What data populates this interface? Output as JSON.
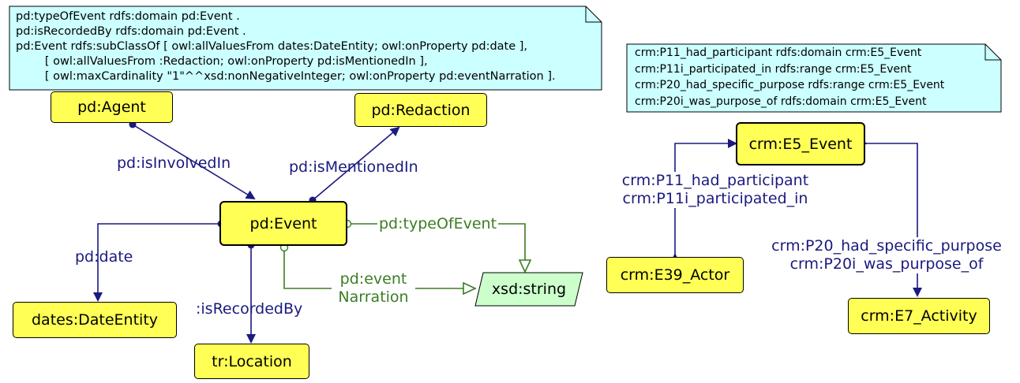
{
  "notes": {
    "left": "pd:typeOfEvent rdfs:domain pd:Event .\npd:isRecordedBy rdfs:domain pd:Event .\npd:Event rdfs:subClassOf [ owl:allValuesFrom dates:DateEntity; owl:onProperty pd:date ],\n        [ owl:allValuesFrom :Redaction; owl:onProperty pd:isMentionedIn ],\n        [ owl:maxCardinality \"1\"^^xsd:nonNegativeInteger; owl:onProperty pd:eventNarration ].",
    "right": "crm:P11_had_participant rdfs:domain crm:E5_Event\ncrm:P11i_participated_in rdfs:range crm:E5_Event\ncrm:P20_had_specific_purpose rdfs:range crm:E5_Event\ncrm:P20i_was_purpose_of rdfs:domain crm:E5_Event"
  },
  "nodes": {
    "agent": "pd:Agent",
    "redaction": "pd:Redaction",
    "event": "pd:Event",
    "date_entity": "dates:DateEntity",
    "location": "tr:Location",
    "xsd_string": "xsd:string",
    "e5_event": "crm:E5_Event",
    "e39_actor": "crm:E39_Actor",
    "e7_activity": "crm:E7_Activity"
  },
  "edges": {
    "is_involved_in": "pd:isInvolvedIn",
    "is_mentioned_in": "pd:isMentionedIn",
    "type_of_event": "pd:typeOfEvent",
    "date": "pd:date",
    "is_recorded_by": ":isRecordedBy",
    "event_narration_1": "pd:event",
    "event_narration_2": "Narration",
    "p11_had_participant": "crm:P11_had_participant",
    "p11i_participated_in": "crm:P11i_participated_in",
    "p20_had_specific_purpose": "crm:P20_had_specific_purpose",
    "p20i_was_purpose_of": "crm:P20i_was_purpose_of"
  },
  "colors": {
    "class_fill": "#ffff55",
    "datatype_fill": "#ccffcc",
    "note_fill": "#ccffff",
    "object_property": "#1a1a80",
    "datatype_property": "#3b7d23"
  }
}
